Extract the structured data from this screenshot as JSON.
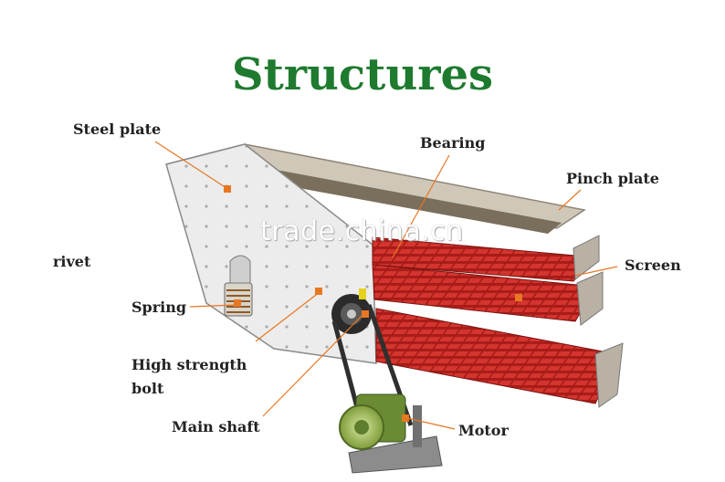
{
  "title": "Structures",
  "title_color": "#1e7a2e",
  "accent_color": "#e87722",
  "screen_color": "#b0201c",
  "labels": {
    "steel_plate": "Steel plate",
    "bearing": "Bearing",
    "pinch_plate": "Pinch plate",
    "rivet": "rivet",
    "screen": "Screen",
    "spring": "Spring",
    "bolt_line1": "High strength",
    "bolt_line2": "bolt",
    "main_shaft": "Main shaft",
    "motor": "Motor"
  },
  "watermark": "trade.china.cn"
}
